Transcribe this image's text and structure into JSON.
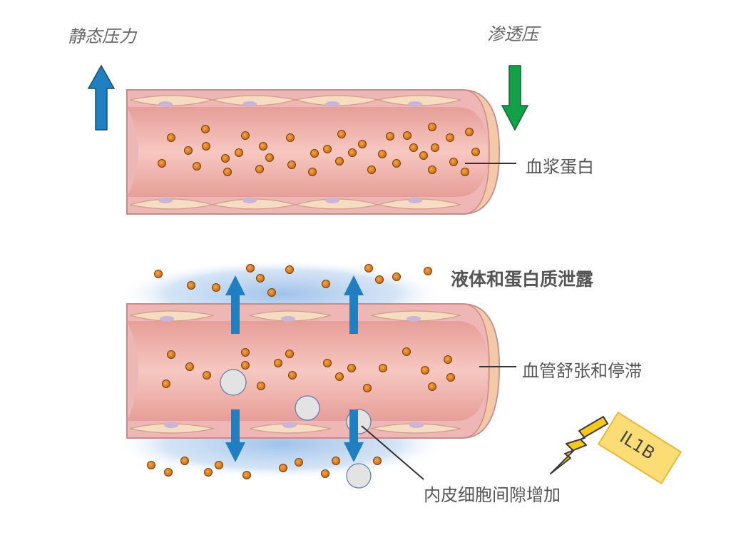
{
  "labels": {
    "hydrostatic_pressure": "静态压力",
    "osmotic_pressure": "渗透压",
    "plasma_protein": "血浆蛋白",
    "leakage": "液体和蛋白质泄露",
    "vasodilation": "血管舒张和停滞",
    "endothelial_gap": "内皮细胞间隙增加",
    "il1b": "IL1B"
  },
  "colors": {
    "vessel_wall": "#f3c9c9",
    "lumen": "#eea9a4",
    "endothelial_cell": "#f6dcc2",
    "protein": "#e07f1e",
    "blue_arrow": "#1f7fc1",
    "green_arrow": "#14a048",
    "edema_glow": "#a9c8ea",
    "il1b_box": "#fcdc74",
    "lightning": "#f6c81d"
  },
  "icons": [
    "up-arrow-icon",
    "down-arrow-icon",
    "lightning-icon",
    "cytokine-tag-icon"
  ]
}
